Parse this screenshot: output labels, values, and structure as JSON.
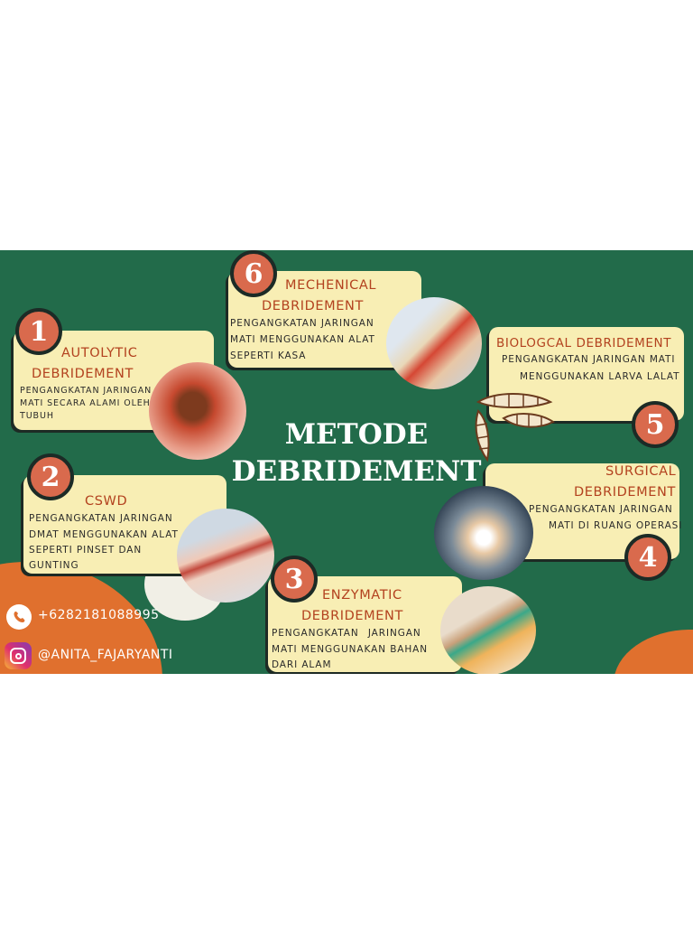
{
  "header": {
    "title_line1": "METODE",
    "title_line2": "DEBRIDEMENT"
  },
  "methods": [
    {
      "number": "1",
      "title_line1": "AUTOLYTIC",
      "title_line2": "DEBRIDEMENT",
      "desc": [
        "PENGANGKATAN JARINGAN",
        "MATI SECARA ALAMI OLEH",
        "TUBUH"
      ]
    },
    {
      "number": "2",
      "title_line1": "CSWD",
      "desc": [
        "PENGANGKATAN JARINGAN",
        "DMAT MENGGUNAKAN ALAT",
        "SEPERTI PINSET DAN",
        "GUNTING"
      ]
    },
    {
      "number": "3",
      "title_line1": "ENZYMATIC",
      "title_line2": "DEBRIDEMENT",
      "desc": [
        "PENGANGKATAN JARINGAN",
        "MATI MENGGUNAKAN BAHAN",
        "DARI ALAM"
      ]
    },
    {
      "number": "4",
      "title_line1": "SURGICAL",
      "title_line2": "DEBRIDEMENT",
      "desc": [
        "PENGANGKATAN JARINGAN",
        "MATI DI RUANG OPERASI"
      ]
    },
    {
      "number": "5",
      "title_line1": "BIOLOGCAL DEBRIDEMENT",
      "desc": [
        "PENGANGKATAN JARINGAN MATI",
        "MENGGUNAKAN LARVA LALAT"
      ]
    },
    {
      "number": "6",
      "title_line1": "MECHENICAL",
      "title_line2": "DEBRIDEMENT",
      "desc": [
        "PENGANGKATAN JARINGAN",
        "MATI MENGGUNAKAN ALAT",
        "SEPERTI KASA"
      ]
    }
  ],
  "contact": {
    "phone": "+6282181088995",
    "instagram": "@ANITA_FAJARYANTI"
  },
  "icons": {
    "phone": "whatsapp-icon",
    "instagram": "instagram-icon",
    "larva": "larva-illustration"
  },
  "colors": {
    "background": "#226b4a",
    "card": "#f8eeb4",
    "title": "#b3421f",
    "badge": "#d96a4d",
    "accent_orange": "#e0702e"
  }
}
